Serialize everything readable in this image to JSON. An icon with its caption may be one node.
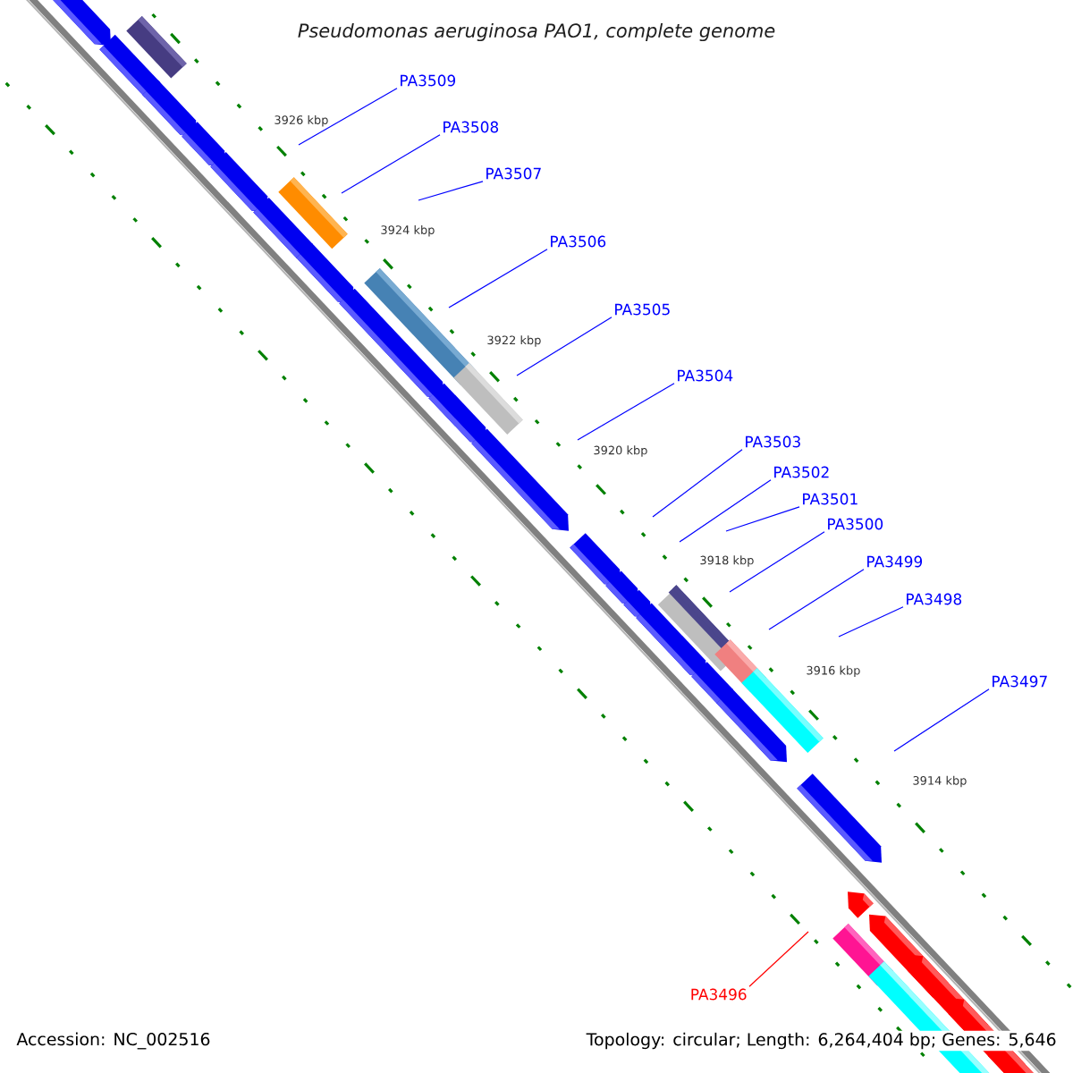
{
  "diagram": {
    "title": "Pseudomonas aeruginosa PAO1, complete genome",
    "nodes": [
      {
        "text": [
          "PA3509"
        ]
      },
      {
        "text": [
          "PA3508"
        ]
      },
      {
        "text": [
          "PA3507"
        ]
      },
      {
        "text": [
          "PA3506"
        ]
      },
      {
        "text": [
          "PA3505"
        ]
      },
      {
        "text": [
          "PA3504"
        ]
      },
      {
        "text": [
          "PA3503"
        ]
      },
      {
        "text": [
          "PA3502"
        ]
      },
      {
        "text": [
          "PA3501"
        ]
      },
      {
        "text": [
          "PA3500"
        ]
      },
      {
        "text": [
          "PA3499"
        ]
      },
      {
        "text": [
          "PA3498"
        ]
      },
      {
        "text": [
          "PA3497"
        ]
      },
      {
        "text": [
          "PA3496"
        ]
      }
    ],
    "edges": [
      {
        "from": 0,
        "to": null,
        "arrow": "none"
      },
      {
        "from": 1,
        "to": null,
        "arrow": "none"
      },
      {
        "from": 2,
        "to": null,
        "arrow": "none"
      },
      {
        "from": 3,
        "to": null,
        "arrow": "none"
      },
      {
        "from": 4,
        "to": null,
        "arrow": "none"
      },
      {
        "from": 5,
        "to": null,
        "arrow": "none"
      },
      {
        "from": 6,
        "to": null,
        "arrow": "none"
      },
      {
        "from": 7,
        "to": null,
        "arrow": "none"
      },
      {
        "from": 8,
        "to": null,
        "arrow": "none"
      },
      {
        "from": 9,
        "to": null,
        "arrow": "none"
      },
      {
        "from": 10,
        "to": null,
        "arrow": "none"
      },
      {
        "from": 11,
        "to": null,
        "arrow": "none"
      },
      {
        "from": 12,
        "to": null,
        "arrow": "none"
      },
      {
        "from": 13,
        "to": null,
        "arrow": "none",
        "color": "#ff0000"
      }
    ],
    "labels": [
      "3926 kbp",
      "3924 kbp",
      "3922 kbp",
      "3920 kbp",
      "3918 kbp",
      "3916 kbp",
      "3914 kbp",
      "Accession: NC_002516",
      "Topology: circular; Length: 6,264,404 bp; Genes: 5,646"
    ]
  }
}
